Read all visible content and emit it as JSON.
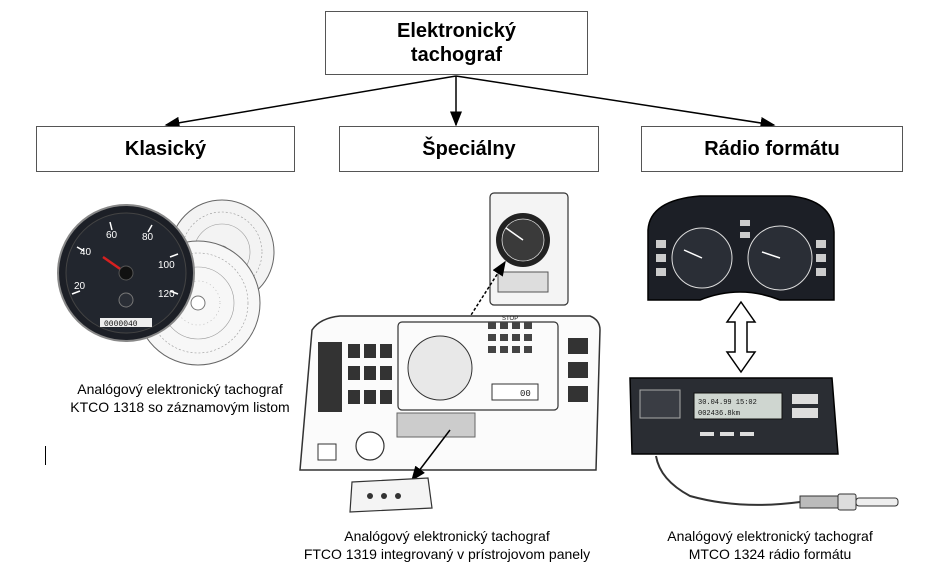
{
  "root": {
    "line1": "Elektronický",
    "line2": "tachograf"
  },
  "categories": [
    {
      "label": "Klasický"
    },
    {
      "label": "Špeciálny"
    },
    {
      "label": "Rádio formátu"
    }
  ],
  "captions": [
    {
      "line1": "Analógový elektronický tachograf",
      "line2": "KTCO 1318 so záznamovým listom"
    },
    {
      "line1": "Analógový elektronický tachograf",
      "line2": "FTCO 1319 integrovaný v prístrojovom panely"
    },
    {
      "line1": "Analógový elektronický tachograf",
      "line2": "MTCO 1324 rádio formátu"
    }
  ],
  "gauge": {
    "ticks": [
      "20",
      "40",
      "60",
      "80",
      "100",
      "120"
    ],
    "odometer": "0000040"
  },
  "radio_display": {
    "line1": "30.04.99 15:02",
    "line2": "002436.8km"
  },
  "panel_labels": {
    "stop": "STOP",
    "display": "00"
  },
  "colors": {
    "border": "#555555",
    "needle": "#d62020",
    "gauge_face": "#1c1f26"
  }
}
